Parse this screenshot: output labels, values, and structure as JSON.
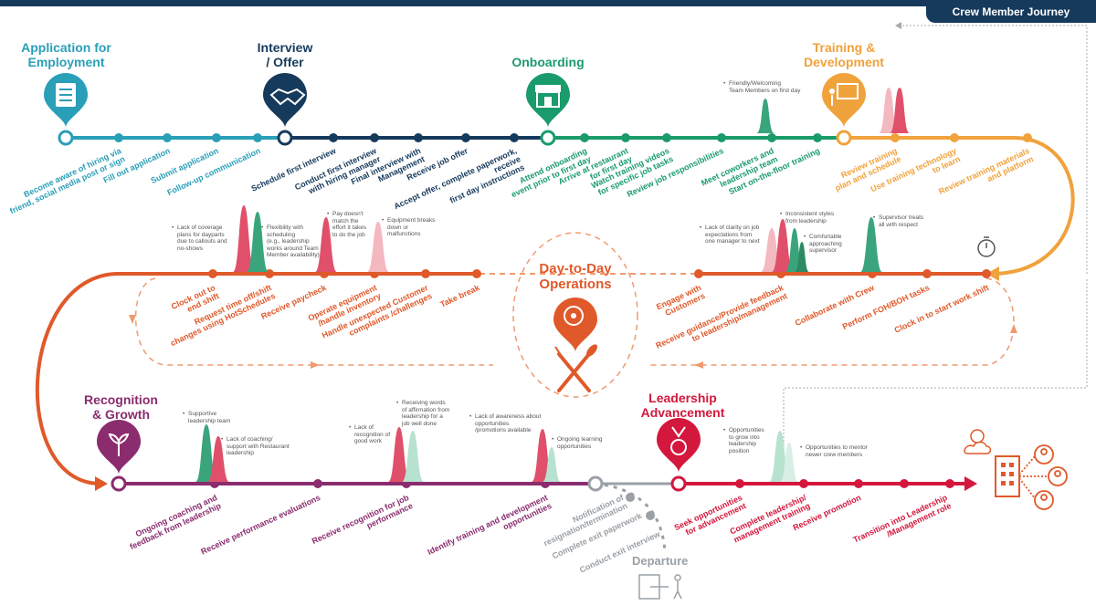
{
  "header": {
    "title": "Crew Member Journey"
  },
  "colors": {
    "application": "#2a9fb8",
    "interview": "#163a5c",
    "onboarding": "#1a9b6b",
    "training": "#f0a23c",
    "operations": "#e0592a",
    "recognition": "#8a2c6e",
    "leadership": "#d4173c",
    "departure": "#9aa0a6",
    "pain": "#e0506a",
    "gain": "#3aa57c"
  },
  "stages": {
    "application": "Application for\nEmployment",
    "interview": "Interview\n/ Offer",
    "onboarding": "Onboarding",
    "training": "Training &\nDevelopment",
    "operations": "Day-to-Day\nOperations",
    "recognition": "Recognition\n& Growth",
    "leadership": "Leadership\nAdvancement",
    "departure": "Departure"
  },
  "steps": {
    "aware": "Become aware of hiring via\nfriend, social media post or sign",
    "fill": "Fill out application",
    "submit": "Submit application",
    "followup": "Follow-up communication",
    "schedule": "Schedule first interview",
    "conduct": "Conduct first interview\nwith hiring manager",
    "final": "Final interview with\nManagement",
    "receive_offer": "Receive job offer",
    "accept": "Accept offer, complete paperwork,\nreceive\nfirst day instructions",
    "attend": "Attend onboarding\nevent prior to first day",
    "arrive": "Arrive at restaurant\nfor first day",
    "videos": "Watch training videos\nfor specific job tasks",
    "resp": "Review job responsibilities",
    "meet": "Meet coworkers and\nleadership team",
    "floor": "Start on-the-floor training",
    "review_plan": "Review training\nplan and schedule",
    "tech": "Use training technology\nto learn",
    "materials": "Review training materials\nand platform",
    "clock_in": "Clock in to start work shift",
    "perform": "Perform FOH/BOH tasks",
    "collaborate": "Collaborate with Crew",
    "guidance": "Receive guidance/Provide feedback\nto leadership/management",
    "engage": "Engage with\nCustomers",
    "break": "Take break",
    "complaints": "Handle unexpected Customer\ncomplaints /challenges",
    "equipment": "Operate equipment\n/handle inventory",
    "paycheck": "Receive paycheck",
    "timeoff": "Request time off/shift\nchanges using HotSchedules",
    "clock_out": "Clock out to\nend shift",
    "coaching": "Ongoing coaching and\nfeedback from leadership",
    "evaluations": "Receive performance evaluations",
    "recog_perf": "Receive recognition for job\nperformance",
    "identify": "Identify training and development\nopportunities",
    "notification": "Notification of\nresignation/termination",
    "exit_paper": "Complete exit paperwork",
    "exit_interview": "Conduct exit interview",
    "seek": "Seek opportunities\nfor advancement",
    "complete_lead": "Complete leadership/\nmanagement training",
    "promotion": "Receive promotion",
    "transition": "Transition into Leadership\n/Management role"
  },
  "notes": {
    "friendly": "Friendly/Welcoming\nTeam Members on first day",
    "coverage": "Lack of coverage\nplans for dayparts\ndue to callouts and\nno-shows",
    "flex": "Flexibility with\nscheduling\n(e.g., leadership\nworks around Team\nMember availability)",
    "pay": "Pay doesn't\nmatch the\neffort it takes\nto do the job",
    "breaks": "Equipment breaks\ndown or\nmalfunctions",
    "clarity": "Lack of clarity on job\nexpectations from\none manager to next",
    "inconsistent": "Inconsistent styles\nfrom leadership",
    "comfortable": "Comfortable\napproaching\nsupervisor",
    "treats": "Supervisor treats\nall with respect",
    "supportive": "Supportive\nleadership team",
    "lack_coach": "Lack of coaching/\nsupport with Restaurant\nleadership",
    "lack_recog": "Lack of\nrecognition of\ngood work",
    "words": "Receiving words\nof affirmation from\nleadership for a\njob well done",
    "awareness": "Lack of awareness about\nopportunities\n/promotions available",
    "learning": "Ongoing learning\nopportunities",
    "grow": "Opportunities\nto grow into\nleadership\nposition",
    "mentor": "Opportunities to mentor\nnewer crew members"
  }
}
